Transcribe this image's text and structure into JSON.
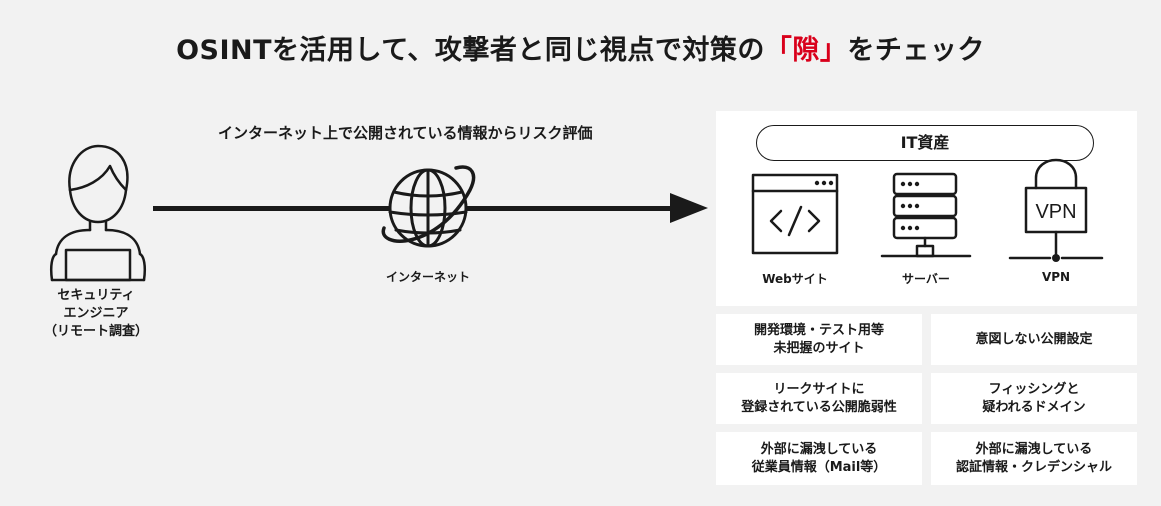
{
  "title": {
    "before": "OSINTを活用して、攻撃者と同じ視点で対策の",
    "highlight": "「隙」",
    "after": "をチェック"
  },
  "arrow_label": "インターネット上で公開されている情報からリスク評価",
  "person_label": "セキュリティ\nエンジニア\n（リモート調査）",
  "internet_label": "インターネット",
  "assets": {
    "header": "IT資産",
    "items": [
      {
        "label": "Webサイト",
        "icon": "web-browser-code-icon"
      },
      {
        "label": "サーバー",
        "icon": "server-rack-icon"
      },
      {
        "label": "VPN",
        "icon": "vpn-lock-icon"
      }
    ]
  },
  "risks": [
    "開発環境・テスト用等\n未把握のサイト",
    "意図しない公開設定",
    "リークサイトに\n登録されている公開脆弱性",
    "フィッシングと\n疑われるドメイン",
    "外部に漏洩している\n従業員情報（Mail等）",
    "外部に漏洩している\n認証情報・クレデンシャル"
  ],
  "colors": {
    "accent": "#d9001b",
    "background": "#f2f2f2",
    "panel": "#ffffff",
    "ink": "#1a1a1a"
  }
}
